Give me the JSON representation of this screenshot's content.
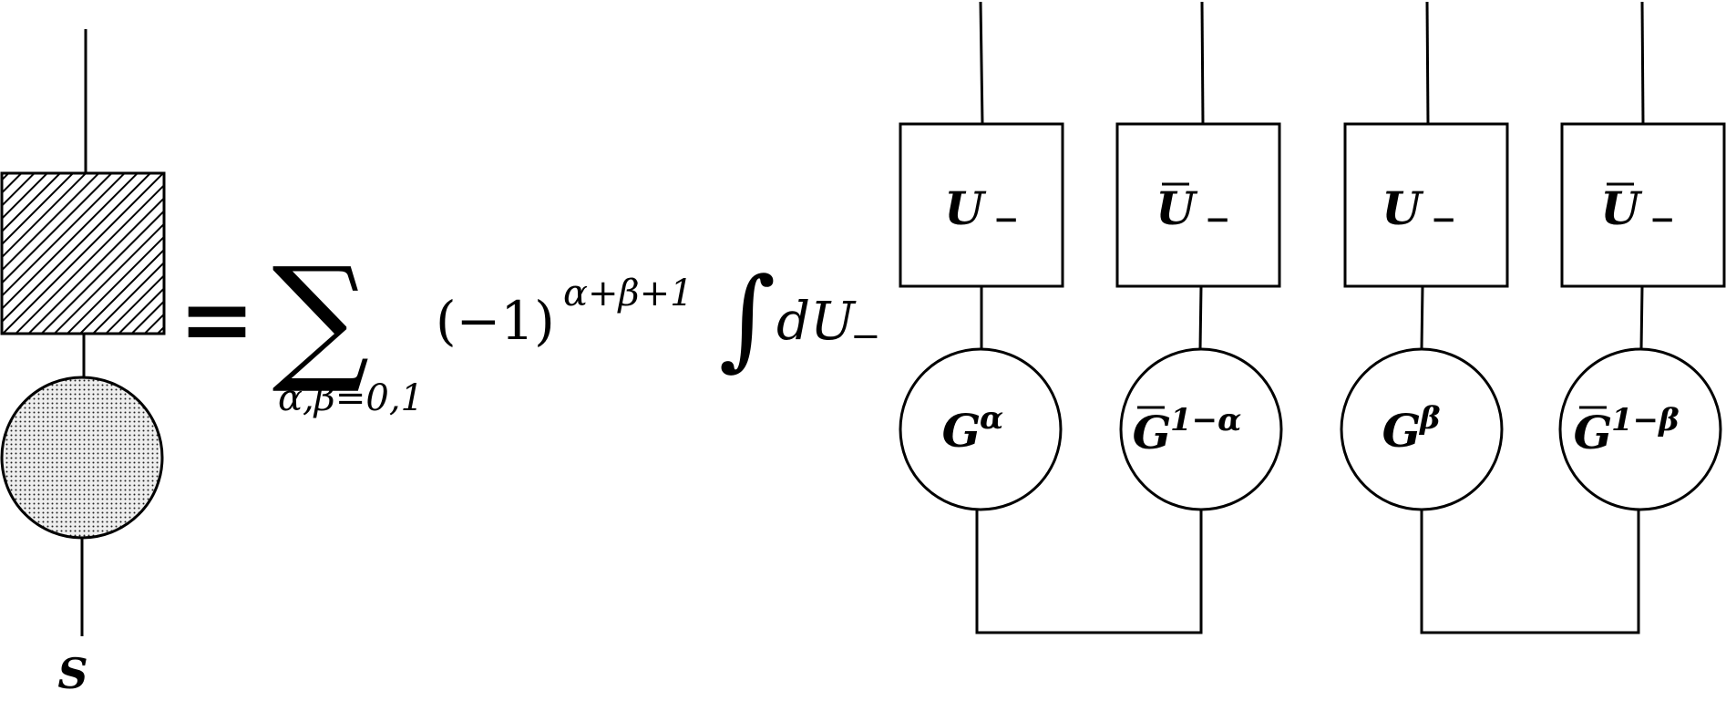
{
  "lhs": {
    "label": "S",
    "equals": "="
  },
  "formula": {
    "sum_symbol": "∑",
    "sum_index": "α,β=0,1",
    "sign_base": "(−1)",
    "sign_exponent": "α+β+1",
    "integral_symbol": "∫",
    "measure": "dU",
    "measure_sub": "−"
  },
  "gates": [
    {
      "name": "U",
      "bar": false,
      "sub": "−"
    },
    {
      "name": "U",
      "bar": true,
      "sub": "−"
    },
    {
      "name": "U",
      "bar": false,
      "sub": "−"
    },
    {
      "name": "U",
      "bar": true,
      "sub": "−"
    }
  ],
  "tensors": [
    {
      "name": "G",
      "bar": false,
      "sup": "α"
    },
    {
      "name": "G",
      "bar": true,
      "sup": "1−α"
    },
    {
      "name": "G",
      "bar": false,
      "sup": "β"
    },
    {
      "name": "G",
      "bar": true,
      "sup": "1−β"
    }
  ]
}
